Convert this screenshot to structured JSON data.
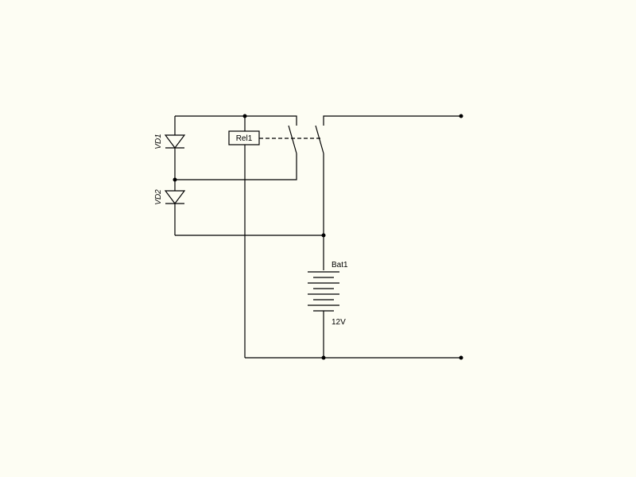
{
  "diagram": {
    "components": {
      "vd1": {
        "label": "VD1"
      },
      "vd2": {
        "label": "VD2"
      },
      "relay": {
        "label": "Rel1"
      },
      "battery": {
        "label": "Bat1",
        "value": "12V"
      }
    }
  }
}
